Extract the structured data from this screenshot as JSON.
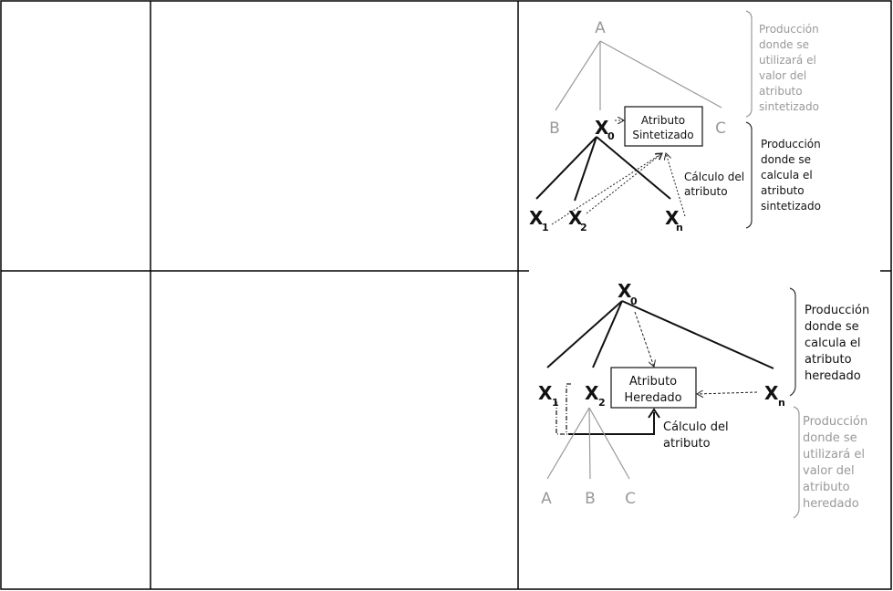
{
  "diagram_synthesized": {
    "root": "A",
    "siblings": [
      "B",
      "C"
    ],
    "x0": "X",
    "x0_sub": "0",
    "children": [
      {
        "label": "X",
        "sub": "1"
      },
      {
        "label": "X",
        "sub": "2"
      },
      {
        "label": "X",
        "sub": "n"
      }
    ],
    "box_lines": [
      "Atributo",
      "Sintetizado"
    ],
    "calc_lines": [
      "Cálculo del",
      "atributo"
    ],
    "upper_note": [
      "Producción",
      "donde se",
      "utilizará el",
      "valor del",
      "atributo",
      "sintetizado"
    ],
    "lower_note": [
      "Producción",
      "donde se",
      "calcula el",
      "atributo",
      "sintetizado"
    ]
  },
  "diagram_inherited": {
    "x0": "X",
    "x0_sub": "0",
    "children": [
      {
        "label": "X",
        "sub": "1"
      },
      {
        "label": "X",
        "sub": "2"
      },
      {
        "label": "X",
        "sub": "n"
      }
    ],
    "grandchildren": [
      "A",
      "B",
      "C"
    ],
    "box_lines": [
      "Atributo",
      "Heredado"
    ],
    "calc_lines": [
      "Cálculo del",
      "atributo"
    ],
    "upper_note": [
      "Producción",
      "donde se",
      "calcula el",
      "atributo",
      "heredado"
    ],
    "lower_note": [
      "Producción",
      "donde se",
      "utilizará el",
      "valor del",
      "atributo",
      "heredado"
    ]
  }
}
